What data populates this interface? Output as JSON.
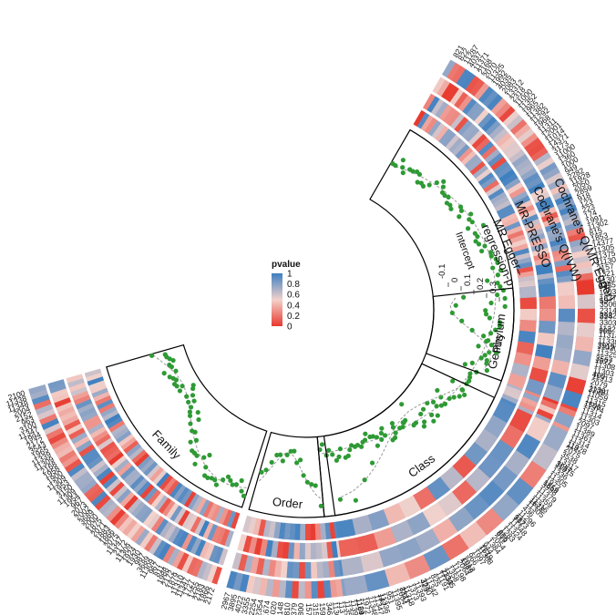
{
  "chart_data": {
    "type": "heatmap",
    "colors": {
      "low": "#e8392e",
      "mid": "#f2d2cc",
      "high": "#3d7fc0",
      "point": "#2f9a35",
      "trend": "#9a9a9a"
    },
    "tracks": [
      "Cochrane's Q(MR Egger)",
      "Cochrane's Q(IVW)",
      "MR-PRESSO",
      "MR Egger–\nregression-p"
    ],
    "legend": {
      "title": "pvalue",
      "ticks": [
        1,
        0.8,
        0.6,
        0.4,
        0.2,
        0
      ]
    },
    "intercept_axis": {
      "label": "Intercept",
      "ticks": [
        -0.1,
        0,
        0.1,
        0.2,
        0.3
      ]
    },
    "sectors": [
      {
        "name": "Genus",
        "ids": [
          "821",
          "822",
          "11287",
          "4037",
          "11371",
          "2168",
          "2070",
          "11325",
          "1992",
          "4035",
          "2083",
          "13312",
          "2318",
          "11000",
          "11352",
          "1965",
          "11382",
          "11292",
          "1968",
          "11311",
          "12001",
          "11014",
          "14371",
          "3173",
          "11000",
          "1360",
          "1000",
          "949",
          "2282",
          "11928",
          "2050",
          "2859",
          "918",
          "123",
          "223",
          "174",
          "1991",
          "11302",
          "815",
          "1853",
          "14377",
          "11305",
          "11375",
          "11130",
          "2157",
          "1321",
          "11301",
          "945",
          "1303",
          "1837",
          "3506",
          "2314",
          "814",
          "3303",
          "11323",
          "11318",
          "11338",
          "11020",
          "11325",
          "3567",
          "11308",
          "11303",
          "11313",
          "2079",
          "11301",
          "11059",
          "11315",
          "11374",
          "11314",
          "11303",
          "2097",
          "11389",
          "11361",
          "11314",
          "11328",
          "2075",
          "3538",
          "13317",
          "11315",
          "1336",
          "11305",
          "1972",
          "3998",
          "11379",
          "11359",
          "11316",
          "11305",
          "436",
          "11296",
          "1873",
          "11348",
          "11324",
          "1283",
          "619",
          "2054",
          "1384",
          "944",
          "11308",
          "1997",
          "966",
          "2012",
          "2064",
          "11198",
          "1358",
          "11345",
          "11191",
          "825",
          "11342",
          "423",
          "11393",
          "1373",
          "11318",
          "2004",
          "11395",
          "951",
          "11336",
          "11347",
          "11348",
          "1972",
          "11294",
          "11394",
          "11358",
          "11374",
          "11361"
        ]
      },
      {
        "name": "Family",
        "ids": [
          "2172",
          "1866",
          "2183",
          "1255",
          "1727",
          "11347",
          "11310",
          "1879",
          "2172",
          "1988",
          "811",
          "967",
          "11309",
          "3689",
          "987",
          "1930",
          "1924",
          "11309",
          "2172",
          "11347",
          "2075",
          "1866",
          "1883",
          "2071",
          "1875",
          "2000",
          "3689",
          "2002",
          "2073",
          "967",
          "1954",
          "11309",
          "3150",
          "1953",
          "11309",
          "1900",
          "1958",
          "2168",
          "11309",
          "11339",
          "1965",
          "3543",
          "2172",
          "1994",
          "11347",
          "3100",
          "963",
          "2152",
          "2004",
          "11348",
          "11338",
          "2100"
        ]
      },
      {
        "name": "Order",
        "ids": [
          "3468",
          "1591",
          "3156",
          "1579",
          "1800",
          "3379",
          "1810",
          "2148",
          "4020",
          "1674",
          "2354",
          "2254",
          "3355",
          "4022",
          "3895",
          "2967"
        ]
      },
      {
        "name": "Class",
        "ids": [
          "119",
          "3087",
          "1859",
          "1673",
          "912",
          "805",
          "1519",
          "1589",
          "2333",
          "3240",
          "2317",
          "147",
          "1164"
        ]
      },
      {
        "name": "Phylum",
        "ids": [
          "2375",
          "55",
          "3982",
          "905",
          "3919",
          "1672",
          "400",
          "2238",
          "1500"
        ]
      }
    ]
  }
}
